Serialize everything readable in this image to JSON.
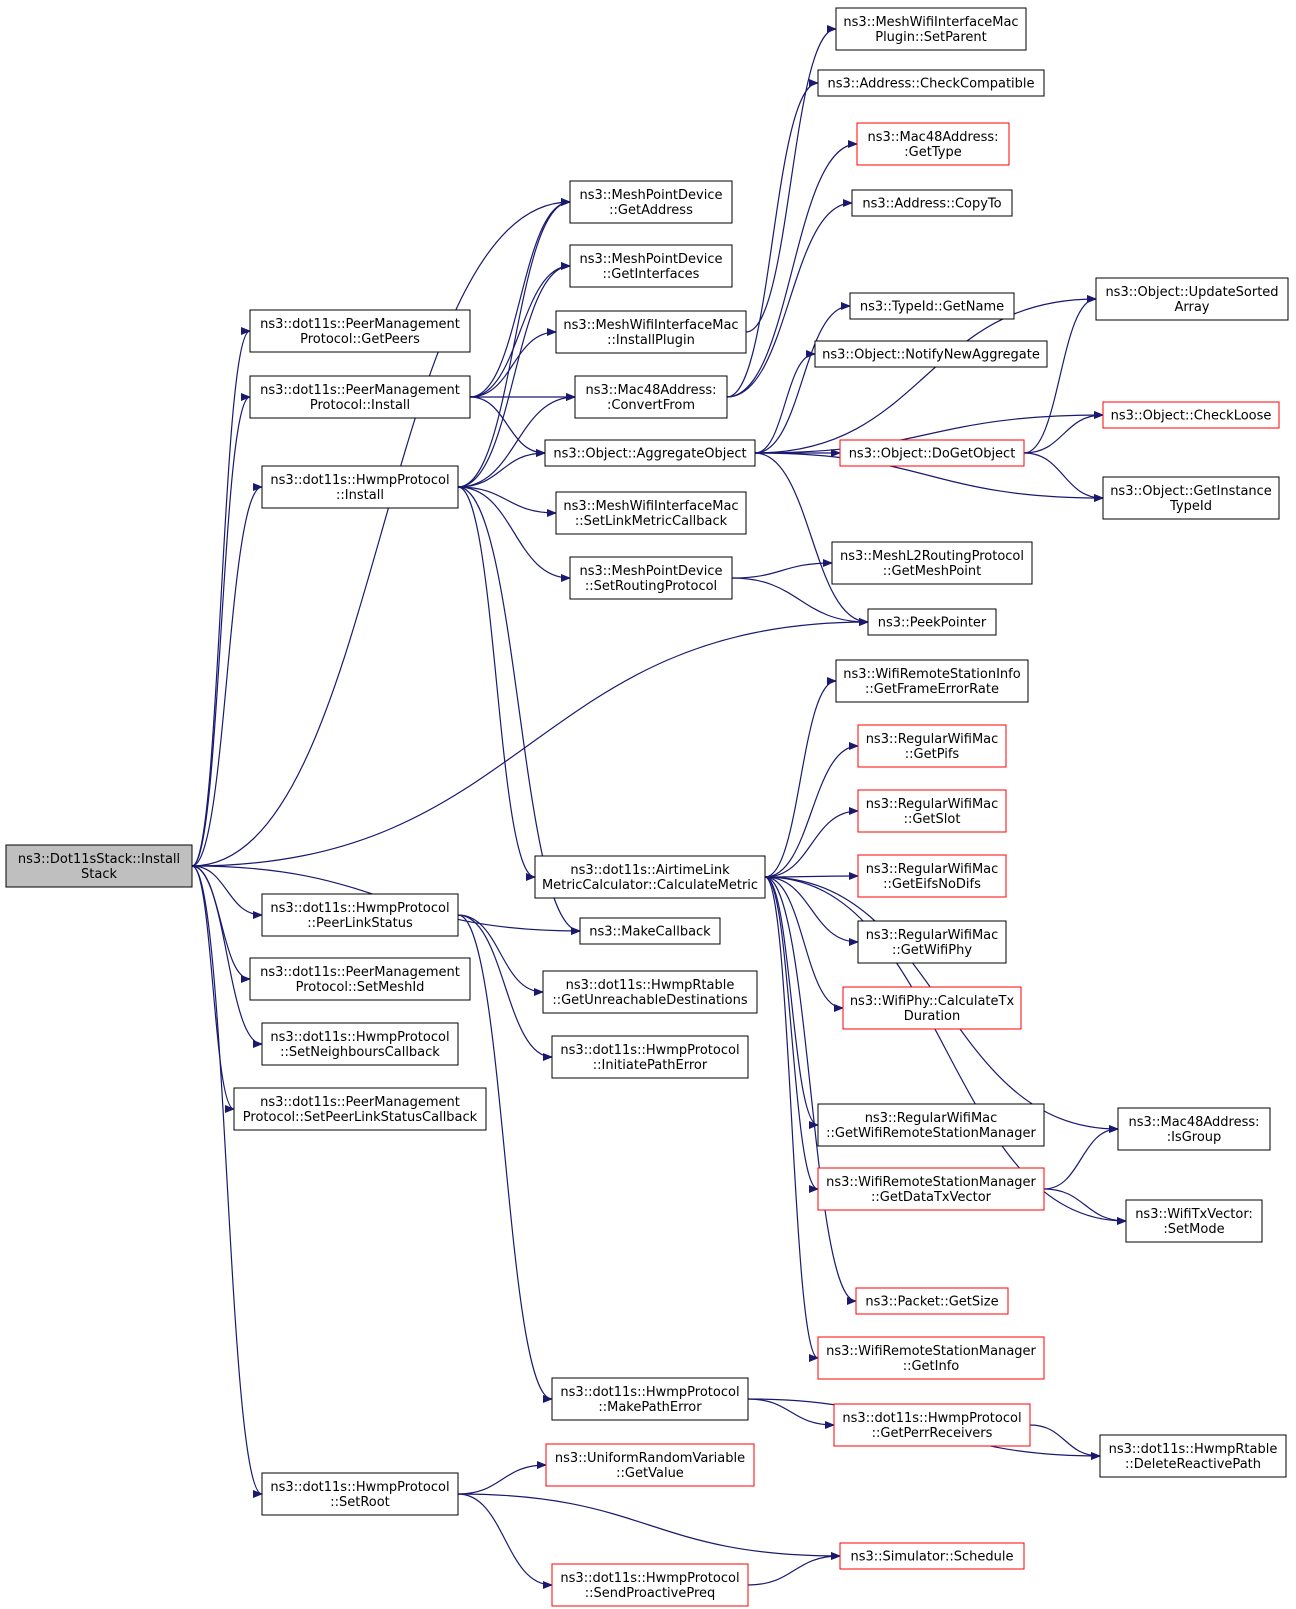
{
  "colors": {
    "edge": "#191970",
    "border_default": "#000000",
    "border_truncated": "#ff0000",
    "fill_root": "#bfbfbf",
    "fill_default": "#ffffff"
  },
  "nodes": [
    {
      "id": "root",
      "lines": [
        "ns3::Dot11sStack::Install",
        "Stack"
      ],
      "style": "root"
    },
    {
      "id": "pmp_getpeers",
      "lines": [
        "ns3::dot11s::PeerManagement",
        "Protocol::GetPeers"
      ],
      "style": "default"
    },
    {
      "id": "pmp_install",
      "lines": [
        "ns3::dot11s::PeerManagement",
        "Protocol::Install"
      ],
      "style": "default"
    },
    {
      "id": "hwmp_install",
      "lines": [
        "ns3::dot11s::HwmpProtocol",
        "::Install"
      ],
      "style": "default"
    },
    {
      "id": "hwmp_peerlinkstatus",
      "lines": [
        "ns3::dot11s::HwmpProtocol",
        "::PeerLinkStatus"
      ],
      "style": "default"
    },
    {
      "id": "pmp_setmeshid",
      "lines": [
        "ns3::dot11s::PeerManagement",
        "Protocol::SetMeshId"
      ],
      "style": "default"
    },
    {
      "id": "hwmp_setneighbours",
      "lines": [
        "ns3::dot11s::HwmpProtocol",
        "::SetNeighboursCallback"
      ],
      "style": "default"
    },
    {
      "id": "pmp_setpeerlink",
      "lines": [
        "ns3::dot11s::PeerManagement",
        "Protocol::SetPeerLinkStatusCallback"
      ],
      "style": "default"
    },
    {
      "id": "hwmp_setroot",
      "lines": [
        "ns3::dot11s::HwmpProtocol",
        "::SetRoot"
      ],
      "style": "default"
    },
    {
      "id": "mpd_getaddress",
      "lines": [
        "ns3::MeshPointDevice",
        "::GetAddress"
      ],
      "style": "default"
    },
    {
      "id": "mpd_getinterfaces",
      "lines": [
        "ns3::MeshPointDevice",
        "::GetInterfaces"
      ],
      "style": "default"
    },
    {
      "id": "mwim_installplugin",
      "lines": [
        "ns3::MeshWifiInterfaceMac",
        "::InstallPlugin"
      ],
      "style": "default"
    },
    {
      "id": "mac48_convertfrom",
      "lines": [
        "ns3::Mac48Address:",
        ":ConvertFrom"
      ],
      "style": "default"
    },
    {
      "id": "obj_aggregate",
      "lines": [
        "ns3::Object::AggregateObject"
      ],
      "style": "default"
    },
    {
      "id": "mwim_setlinkmetric",
      "lines": [
        "ns3::MeshWifiInterfaceMac",
        "::SetLinkMetricCallback"
      ],
      "style": "default"
    },
    {
      "id": "mpd_setrouting",
      "lines": [
        "ns3::MeshPointDevice",
        "::SetRoutingProtocol"
      ],
      "style": "default"
    },
    {
      "id": "airtime_calc",
      "lines": [
        "ns3::dot11s::AirtimeLink",
        "MetricCalculator::CalculateMetric"
      ],
      "style": "default"
    },
    {
      "id": "makecallback",
      "lines": [
        "ns3::MakeCallback"
      ],
      "style": "default"
    },
    {
      "id": "rtable_getunreach",
      "lines": [
        "ns3::dot11s::HwmpRtable",
        "::GetUnreachableDestinations"
      ],
      "style": "default"
    },
    {
      "id": "hwmp_initpatherror",
      "lines": [
        "ns3::dot11s::HwmpProtocol",
        "::InitiatePathError"
      ],
      "style": "default"
    },
    {
      "id": "hwmp_makepatherror",
      "lines": [
        "ns3::dot11s::HwmpProtocol",
        "::MakePathError"
      ],
      "style": "default"
    },
    {
      "id": "urv_getvalue",
      "lines": [
        "ns3::UniformRandomVariable",
        "::GetValue"
      ],
      "style": "truncated"
    },
    {
      "id": "hwmp_sendproactive",
      "lines": [
        "ns3::dot11s::HwmpProtocol",
        "::SendProactivePreq"
      ],
      "style": "truncated"
    },
    {
      "id": "mwimp_setparent",
      "lines": [
        "ns3::MeshWifiInterfaceMac",
        "Plugin::SetParent"
      ],
      "style": "default"
    },
    {
      "id": "addr_checkcompat",
      "lines": [
        "ns3::Address::CheckCompatible"
      ],
      "style": "default"
    },
    {
      "id": "mac48_gettype",
      "lines": [
        "ns3::Mac48Address:",
        ":GetType"
      ],
      "style": "truncated"
    },
    {
      "id": "addr_copyto",
      "lines": [
        "ns3::Address::CopyTo"
      ],
      "style": "default"
    },
    {
      "id": "typeid_getname",
      "lines": [
        "ns3::TypeId::GetName"
      ],
      "style": "default"
    },
    {
      "id": "obj_notifynew",
      "lines": [
        "ns3::Object::NotifyNewAggregate"
      ],
      "style": "default"
    },
    {
      "id": "obj_dogetobject",
      "lines": [
        "ns3::Object::DoGetObject"
      ],
      "style": "truncated"
    },
    {
      "id": "ml2rp_getmeshpoint",
      "lines": [
        "ns3::MeshL2RoutingProtocol",
        "::GetMeshPoint"
      ],
      "style": "default"
    },
    {
      "id": "peekpointer",
      "lines": [
        "ns3::PeekPointer"
      ],
      "style": "default"
    },
    {
      "id": "wrsi_getframeerr",
      "lines": [
        "ns3::WifiRemoteStationInfo",
        "::GetFrameErrorRate"
      ],
      "style": "default"
    },
    {
      "id": "rwm_getpifs",
      "lines": [
        "ns3::RegularWifiMac",
        "::GetPifs"
      ],
      "style": "truncated"
    },
    {
      "id": "rwm_getslot",
      "lines": [
        "ns3::RegularWifiMac",
        "::GetSlot"
      ],
      "style": "truncated"
    },
    {
      "id": "rwm_geteifs",
      "lines": [
        "ns3::RegularWifiMac",
        "::GetEifsNoDifs"
      ],
      "style": "truncated"
    },
    {
      "id": "rwm_getwifiphy",
      "lines": [
        "ns3::RegularWifiMac",
        "::GetWifiPhy"
      ],
      "style": "default"
    },
    {
      "id": "wifiphy_calctx",
      "lines": [
        "ns3::WifiPhy::CalculateTx",
        "Duration"
      ],
      "style": "truncated"
    },
    {
      "id": "rwm_getwrsm",
      "lines": [
        "ns3::RegularWifiMac",
        "::GetWifiRemoteStationManager"
      ],
      "style": "default"
    },
    {
      "id": "wrsm_getdatatx",
      "lines": [
        "ns3::WifiRemoteStationManager",
        "::GetDataTxVector"
      ],
      "style": "truncated"
    },
    {
      "id": "packet_getsize",
      "lines": [
        "ns3::Packet::GetSize"
      ],
      "style": "truncated"
    },
    {
      "id": "wrsm_getinfo",
      "lines": [
        "ns3::WifiRemoteStationManager",
        "::GetInfo"
      ],
      "style": "truncated"
    },
    {
      "id": "hwmp_getperr",
      "lines": [
        "ns3::dot11s::HwmpProtocol",
        "::GetPerrReceivers"
      ],
      "style": "truncated"
    },
    {
      "id": "sim_schedule",
      "lines": [
        "ns3::Simulator::Schedule"
      ],
      "style": "truncated"
    },
    {
      "id": "obj_updatesorted",
      "lines": [
        "ns3::Object::UpdateSorted",
        "Array"
      ],
      "style": "default"
    },
    {
      "id": "obj_checkloose",
      "lines": [
        "ns3::Object::CheckLoose"
      ],
      "style": "truncated"
    },
    {
      "id": "obj_getinstancetype",
      "lines": [
        "ns3::Object::GetInstance",
        "TypeId"
      ],
      "style": "default"
    },
    {
      "id": "mac48_isgroup",
      "lines": [
        "ns3::Mac48Address:",
        ":IsGroup"
      ],
      "style": "default"
    },
    {
      "id": "wifitxvec_setmode",
      "lines": [
        "ns3::WifiTxVector:",
        ":SetMode"
      ],
      "style": "default"
    },
    {
      "id": "rtable_deletereactive",
      "lines": [
        "ns3::dot11s::HwmpRtable",
        "::DeleteReactivePath"
      ],
      "style": "default"
    }
  ],
  "edges": [
    [
      "root",
      "mpd_getaddress"
    ],
    [
      "root",
      "pmp_getpeers"
    ],
    [
      "root",
      "pmp_install"
    ],
    [
      "root",
      "hwmp_install"
    ],
    [
      "root",
      "peekpointer"
    ],
    [
      "root",
      "makecallback"
    ],
    [
      "root",
      "hwmp_peerlinkstatus"
    ],
    [
      "root",
      "pmp_setmeshid"
    ],
    [
      "root",
      "hwmp_setneighbours"
    ],
    [
      "root",
      "pmp_setpeerlink"
    ],
    [
      "root",
      "hwmp_setroot"
    ],
    [
      "pmp_install",
      "mpd_getaddress"
    ],
    [
      "pmp_install",
      "mpd_getinterfaces"
    ],
    [
      "pmp_install",
      "mwim_installplugin"
    ],
    [
      "pmp_install",
      "mac48_convertfrom"
    ],
    [
      "pmp_install",
      "obj_aggregate"
    ],
    [
      "hwmp_install",
      "mpd_getaddress"
    ],
    [
      "hwmp_install",
      "mpd_getinterfaces"
    ],
    [
      "hwmp_install",
      "mac48_convertfrom"
    ],
    [
      "hwmp_install",
      "obj_aggregate"
    ],
    [
      "hwmp_install",
      "mwim_setlinkmetric"
    ],
    [
      "hwmp_install",
      "mpd_setrouting"
    ],
    [
      "hwmp_install",
      "airtime_calc"
    ],
    [
      "hwmp_install",
      "makecallback"
    ],
    [
      "hwmp_peerlinkstatus",
      "rtable_getunreach"
    ],
    [
      "hwmp_peerlinkstatus",
      "hwmp_initpatherror"
    ],
    [
      "hwmp_peerlinkstatus",
      "hwmp_makepatherror"
    ],
    [
      "hwmp_setroot",
      "urv_getvalue"
    ],
    [
      "hwmp_setroot",
      "hwmp_sendproactive"
    ],
    [
      "hwmp_setroot",
      "sim_schedule"
    ],
    [
      "mwim_installplugin",
      "mwimp_setparent"
    ],
    [
      "mac48_convertfrom",
      "addr_checkcompat"
    ],
    [
      "mac48_convertfrom",
      "mac48_gettype"
    ],
    [
      "mac48_convertfrom",
      "addr_copyto"
    ],
    [
      "obj_aggregate",
      "obj_updatesorted"
    ],
    [
      "obj_aggregate",
      "typeid_getname"
    ],
    [
      "obj_aggregate",
      "obj_notifynew"
    ],
    [
      "obj_aggregate",
      "obj_checkloose"
    ],
    [
      "obj_aggregate",
      "obj_dogetobject"
    ],
    [
      "obj_aggregate",
      "obj_getinstancetype"
    ],
    [
      "obj_aggregate",
      "peekpointer"
    ],
    [
      "obj_dogetobject",
      "obj_updatesorted"
    ],
    [
      "obj_dogetobject",
      "obj_checkloose"
    ],
    [
      "obj_dogetobject",
      "obj_getinstancetype"
    ],
    [
      "mpd_setrouting",
      "ml2rp_getmeshpoint"
    ],
    [
      "mpd_setrouting",
      "peekpointer"
    ],
    [
      "airtime_calc",
      "wrsi_getframeerr"
    ],
    [
      "airtime_calc",
      "rwm_getpifs"
    ],
    [
      "airtime_calc",
      "rwm_getslot"
    ],
    [
      "airtime_calc",
      "rwm_geteifs"
    ],
    [
      "airtime_calc",
      "rwm_getwifiphy"
    ],
    [
      "airtime_calc",
      "wifiphy_calctx"
    ],
    [
      "airtime_calc",
      "mac48_isgroup"
    ],
    [
      "airtime_calc",
      "rwm_getwrsm"
    ],
    [
      "airtime_calc",
      "wrsm_getdatatx"
    ],
    [
      "airtime_calc",
      "wifitxvec_setmode"
    ],
    [
      "airtime_calc",
      "packet_getsize"
    ],
    [
      "airtime_calc",
      "wrsm_getinfo"
    ],
    [
      "wrsm_getdatatx",
      "mac48_isgroup"
    ],
    [
      "wrsm_getdatatx",
      "wifitxvec_setmode"
    ],
    [
      "hwmp_makepatherror",
      "hwmp_getperr"
    ],
    [
      "hwmp_makepatherror",
      "rtable_deletereactive"
    ],
    [
      "hwmp_getperr",
      "rtable_deletereactive"
    ],
    [
      "hwmp_sendproactive",
      "sim_schedule"
    ]
  ]
}
